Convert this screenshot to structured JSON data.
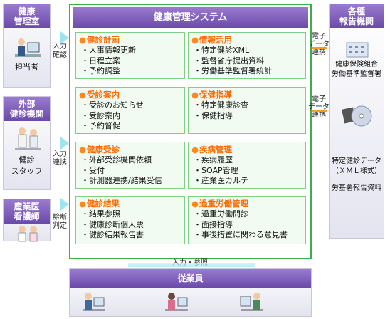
{
  "left": {
    "office": {
      "title_l1": "健康",
      "title_l2": "管理室",
      "caption": "担当者"
    },
    "clinic": {
      "title_l1": "外部",
      "title_l2": "健診機関",
      "caption_l1": "健診",
      "caption_l2": "スタッフ"
    },
    "doctor": {
      "title_l1": "産業医",
      "title_l2": "看護師",
      "caption": ""
    }
  },
  "flow_labels": {
    "office_l1": "入力",
    "office_l2": "確認",
    "clinic_l1": "入力",
    "clinic_l2": "連携",
    "doctor_l1": "診断",
    "doctor_l2": "判定",
    "bottom": "入力・参照"
  },
  "main": {
    "title": "健康管理システム",
    "modules": [
      {
        "title": "健診計画",
        "items": [
          "人事情報更新",
          "日程立案",
          "予約調整"
        ]
      },
      {
        "title": "情報活用",
        "items": [
          "特定健診XML",
          "監督省庁提出資料",
          "労働基準監督署統計"
        ]
      },
      {
        "title": "受診案内",
        "items": [
          "受診のお知らせ",
          "受診案内",
          "予約督促"
        ]
      },
      {
        "title": "保健指導",
        "items": [
          "特定健康診査",
          "保健指導"
        ]
      },
      {
        "title": "健康受診",
        "items": [
          "外部受診機関依頼",
          "受付",
          "計測器連携/結果受信"
        ]
      },
      {
        "title": "疾病管理",
        "items": [
          "疾病履歴",
          "SOAP管理",
          "産業医カルテ"
        ]
      },
      {
        "title": "健診結果",
        "items": [
          "結果参照",
          "健康診断個人票",
          "健診結果報告書"
        ]
      },
      {
        "title": "過重労働管理",
        "items": [
          "過重労働問診",
          "面接指導",
          "事後措置に関わる意見書"
        ]
      }
    ]
  },
  "right": {
    "title_l1": "各種",
    "title_l2": "報告機関",
    "link1_l1": "電子",
    "link1_l2": "データ",
    "link1_l3": "連携",
    "link2_l1": "電子",
    "link2_l2": "データ",
    "link2_l3": "連携",
    "orgs_l1": "健康保険組合",
    "orgs_l2": "労働基準監督署",
    "output_l1": "特定健診データ",
    "output_l2": "（ＸＭＬ様式）",
    "output_l3": "労基署報告資料"
  },
  "bottom": {
    "title": "従業員"
  },
  "colors": {
    "band": "#6a4aa8",
    "accent": "#ff6a00",
    "border": "#3bb04a",
    "arrow": "#9ee3ee"
  }
}
